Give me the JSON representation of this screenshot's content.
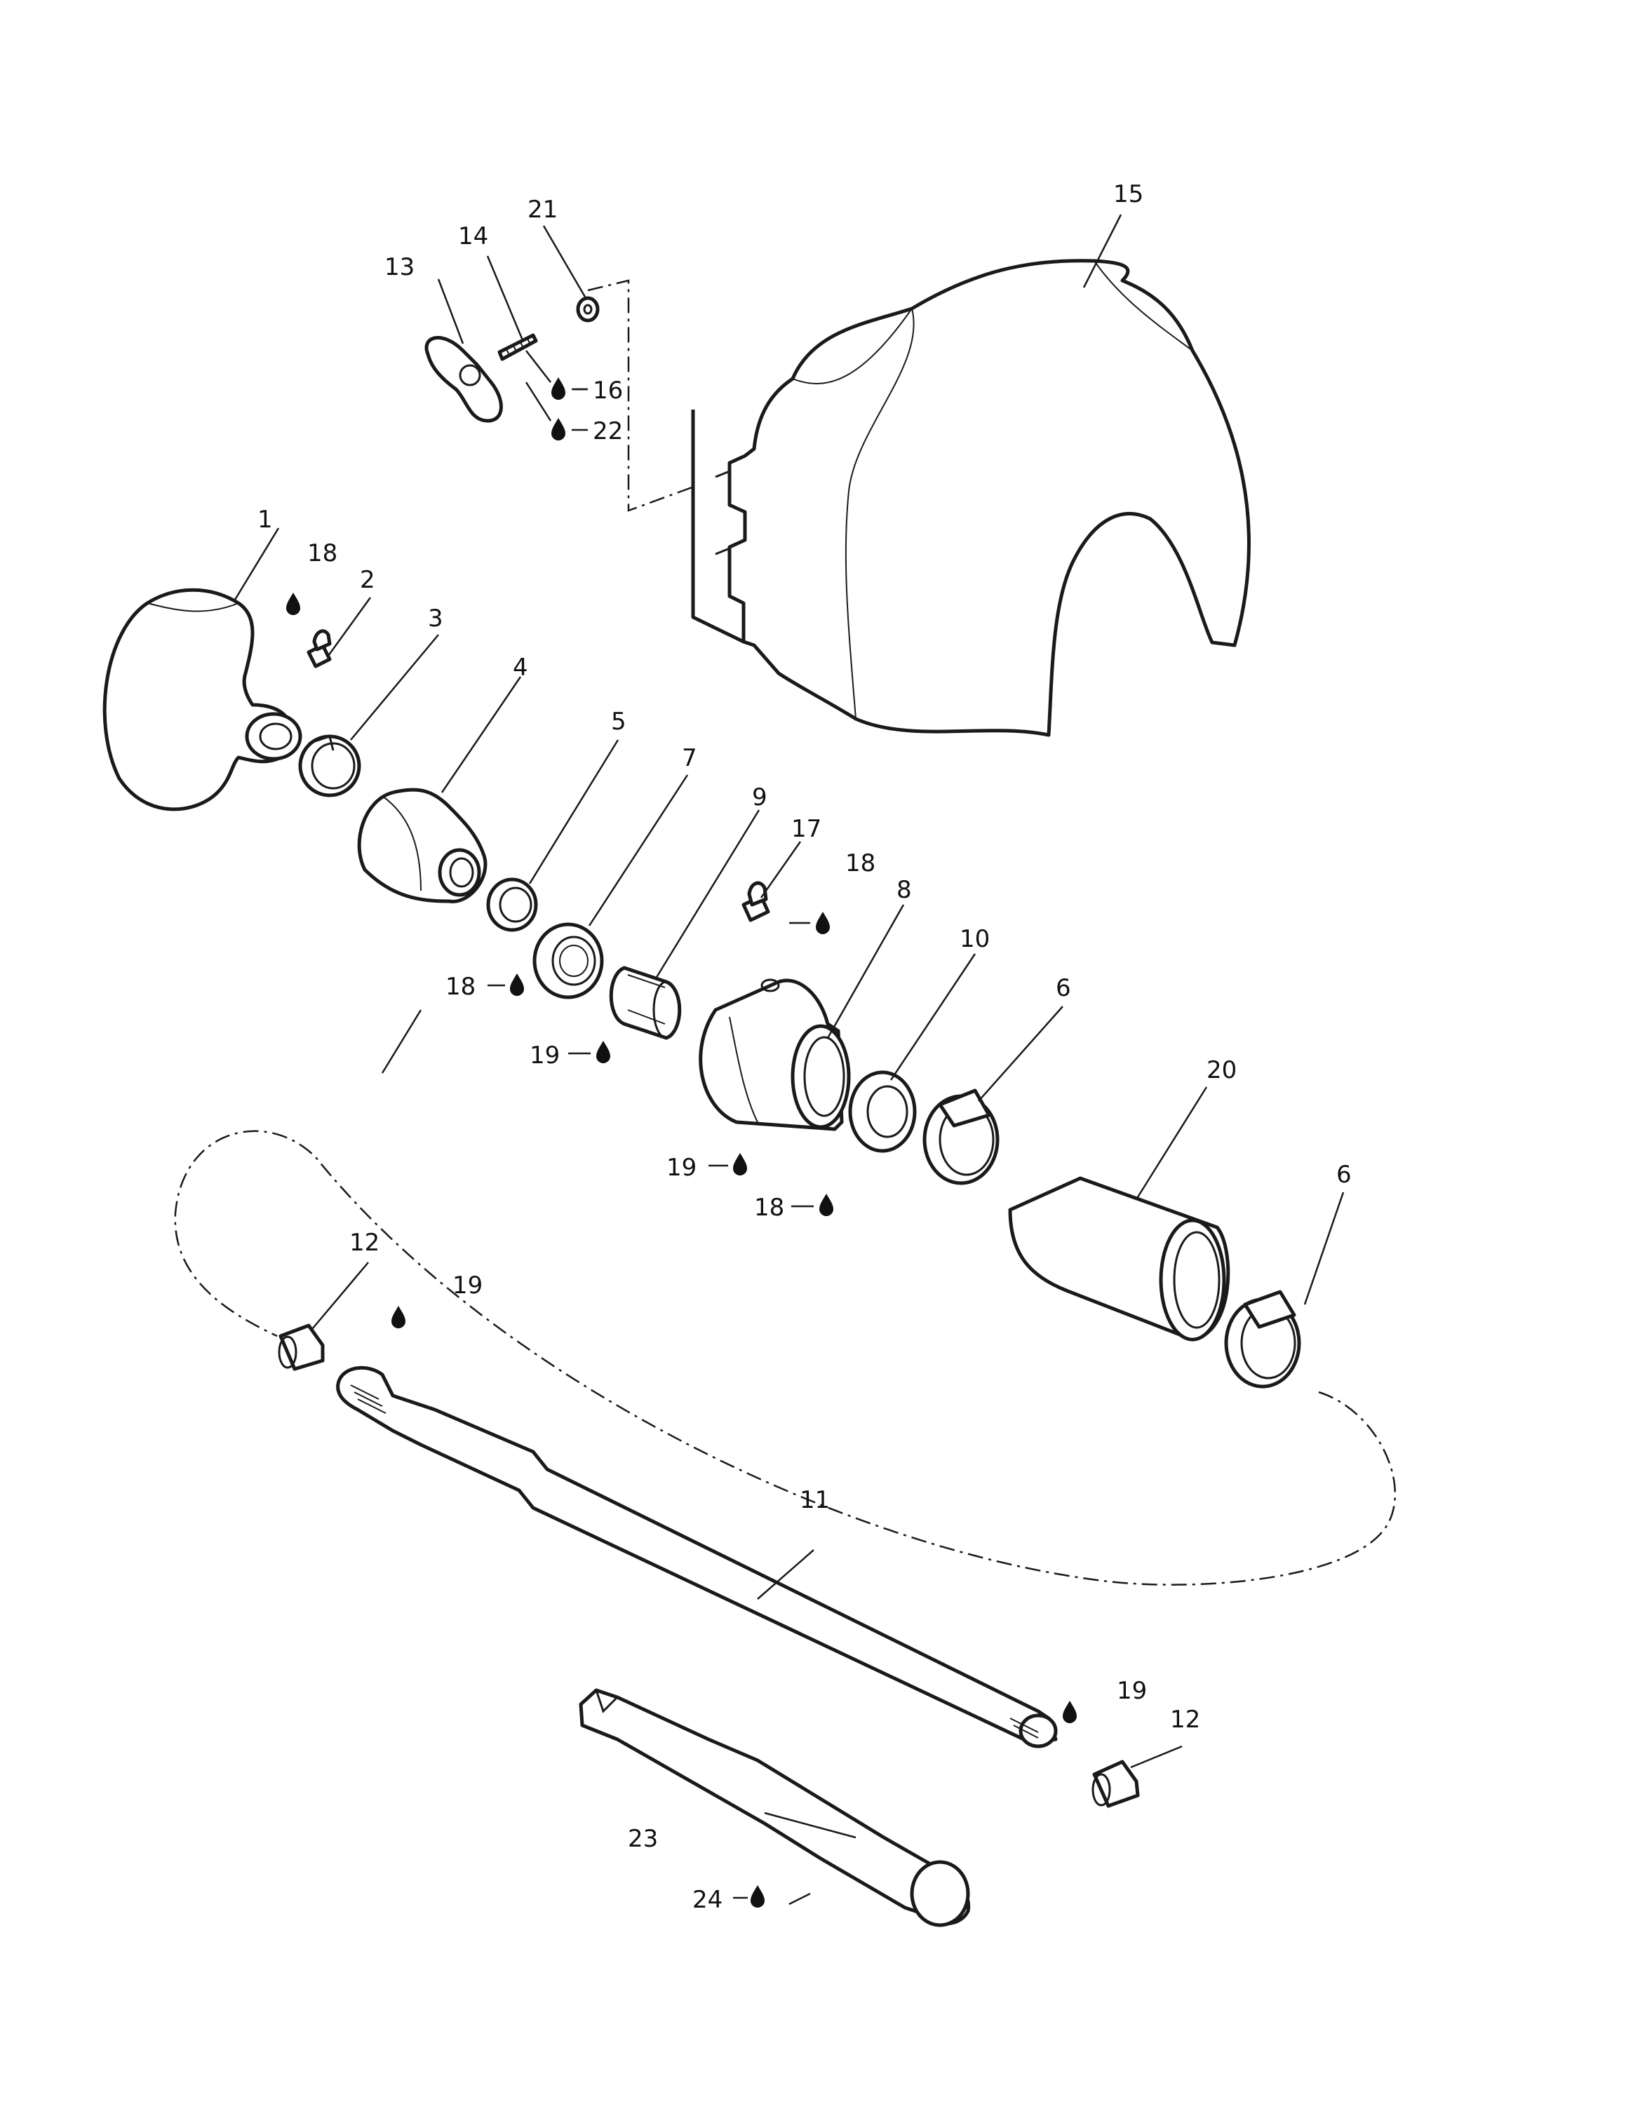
{
  "callouts": [
    {
      "id": "c1",
      "text": "1"
    },
    {
      "id": "c2",
      "text": "2"
    },
    {
      "id": "c3",
      "text": "3"
    },
    {
      "id": "c4",
      "text": "4"
    },
    {
      "id": "c5",
      "text": "5"
    },
    {
      "id": "c6a",
      "text": "6"
    },
    {
      "id": "c6b",
      "text": "6"
    },
    {
      "id": "c7",
      "text": "7"
    },
    {
      "id": "c8",
      "text": "8"
    },
    {
      "id": "c9",
      "text": "9"
    },
    {
      "id": "c10",
      "text": "10"
    },
    {
      "id": "c11",
      "text": "11"
    },
    {
      "id": "c12a",
      "text": "12"
    },
    {
      "id": "c12b",
      "text": "12"
    },
    {
      "id": "c13",
      "text": "13"
    },
    {
      "id": "c14",
      "text": "14"
    },
    {
      "id": "c15",
      "text": "15"
    },
    {
      "id": "c16",
      "text": "16"
    },
    {
      "id": "c17",
      "text": "17"
    },
    {
      "id": "c18a",
      "text": "18"
    },
    {
      "id": "c18b",
      "text": "18"
    },
    {
      "id": "c18c",
      "text": "18"
    },
    {
      "id": "c18d",
      "text": "18"
    },
    {
      "id": "c19a",
      "text": "19"
    },
    {
      "id": "c19b",
      "text": "19"
    },
    {
      "id": "c19c",
      "text": "19"
    },
    {
      "id": "c19d",
      "text": "19"
    },
    {
      "id": "c20",
      "text": "20"
    },
    {
      "id": "c21",
      "text": "21"
    },
    {
      "id": "c22",
      "text": "22"
    },
    {
      "id": "c23",
      "text": "23"
    },
    {
      "id": "c24",
      "text": "24"
    }
  ],
  "icons": {
    "lubricant": "lubricant-drop-icon"
  }
}
